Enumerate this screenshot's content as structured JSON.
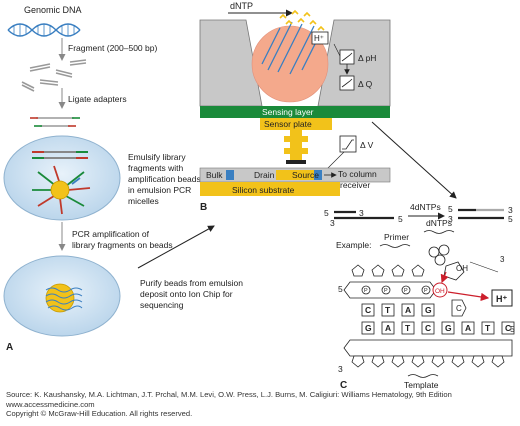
{
  "panel_a": {
    "genomic_dna": "Genomic DNA",
    "fragment": "Fragment (200–500 bp)",
    "ligate": "Ligate adapters",
    "emulsify": [
      "Emulsify library",
      "fragments with",
      "amplification beads",
      "in emulsion PCR",
      "micelles"
    ],
    "pcr": [
      "PCR amplification of",
      "library fragments on beads"
    ],
    "purify": [
      "Purify beads from emulsion",
      "deposit onto Ion Chip for",
      "sequencing"
    ],
    "letter": "A"
  },
  "panel_b": {
    "dntp": "dNTP",
    "hplus": "H⁺",
    "delta_ph": "Δ pH",
    "delta_q": "Δ Q",
    "delta_v": "Δ V",
    "sensing_layer": "Sensing layer",
    "sensor_plate": "Sensor plate",
    "bulk": "Bulk",
    "drain": "Drain",
    "source": "Source",
    "to_column": [
      "To column",
      "receiver"
    ],
    "silicon": "Silicon substrate",
    "letter": "B"
  },
  "panel_c": {
    "five": "5",
    "three": "3",
    "four_dntps": "4dNTPs",
    "example": "Example:",
    "primer": "Primer",
    "dntps": "dNTPs",
    "oh": "OH",
    "hplus": "H⁺",
    "p": "P",
    "c": "C",
    "strand_top": [
      "C",
      "T",
      "A",
      "G"
    ],
    "strand_bottom": [
      "G",
      "A",
      "T",
      "C",
      "G",
      "A",
      "T",
      "C"
    ],
    "template": "Template",
    "letter": "C"
  },
  "source": [
    "Source: K. Kaushansky, M.A. Lichtman, J.T. Prchal, M.M. Levi, O.W. Press, L.J. Burns, M. Caligiuri: Williams Hematology, 9th Edition",
    "www.accessmedicine.com",
    "Copyright © McGraw-Hill Education.  All rights reserved."
  ],
  "colors": {
    "dna_blue": "#3a7fc1",
    "bead": "#f4a98c",
    "sensing": "#1a8a3a",
    "gold": "#f2c21a",
    "gray": "#c8c8c8",
    "droplet": "#cfe3f2",
    "arrow_red": "#cc1f2c"
  }
}
